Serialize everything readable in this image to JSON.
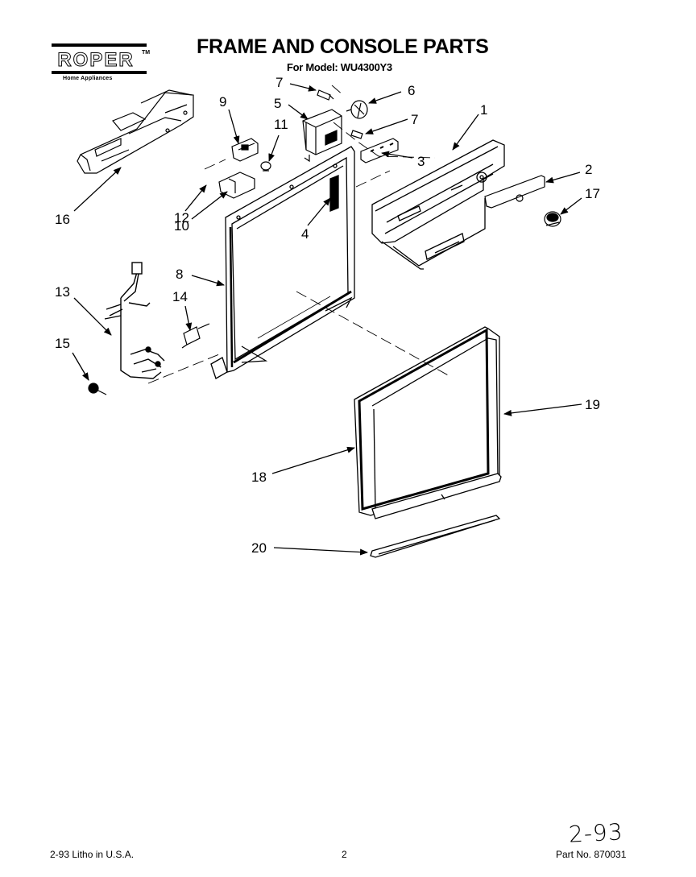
{
  "header": {
    "brand": "ROPER",
    "brand_tm": "TM",
    "brand_sub": "Home Appliances",
    "title": "FRAME AND CONSOLE PARTS",
    "subtitle": "For Model: WU4300Y3"
  },
  "callouts": [
    "1",
    "2",
    "3",
    "4",
    "5",
    "6",
    "7",
    "7",
    "8",
    "9",
    "10",
    "11",
    "12",
    "13",
    "14",
    "15",
    "16",
    "17",
    "18",
    "19",
    "20"
  ],
  "footer": {
    "date_litho": "2-93  Litho in U.S.A.",
    "page_number": "2",
    "part_number": "Part No. 870031",
    "handwritten_note": "2-93"
  },
  "icons": [
    "roper-logo",
    "frame-and-console-exploded-view"
  ]
}
